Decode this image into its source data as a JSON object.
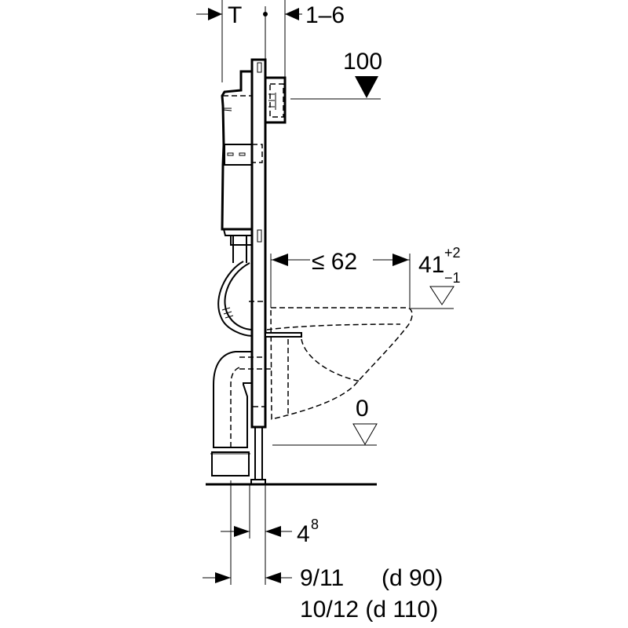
{
  "diagram": {
    "title": "Wall-hung WC installation frame - side section",
    "labels": {
      "depth_T": "T",
      "depth_range": "1–6",
      "flush_height": "100",
      "projection": "≤ 62",
      "seat_height": "41",
      "seat_tol_plus": "+2",
      "seat_tol_minus": "−1",
      "floor_level": "0",
      "offset_base": "4",
      "offset_sup": "8",
      "drain_offset_1": "9/11",
      "drain_dia_1": "(d 90)",
      "drain_offset_2": "10/12 (d 110)"
    },
    "colors": {
      "line": "#000000",
      "background": "#ffffff"
    }
  }
}
